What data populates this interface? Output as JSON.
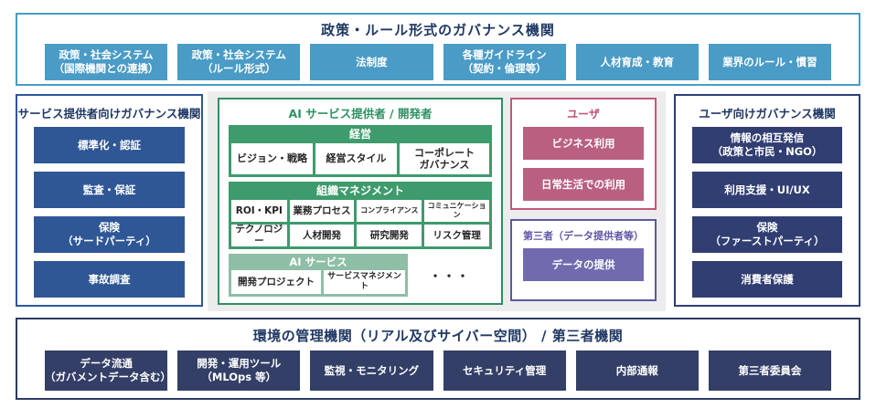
{
  "colors": {
    "teal": "#4A9BC6",
    "navy_title": "#1F3864",
    "left_button": "#2F5796",
    "right_button": "#313E72",
    "bottom_button": "#333F66",
    "green_border": "#2E8F63",
    "section_green": "#3E9B6C",
    "ai_green": "#8FBEA6",
    "rose": "#B96080",
    "purple": "#6F6BAE",
    "gray_panel": "#ECECEC"
  },
  "top": {
    "title": "政策・ルール形式のガバナンス機関",
    "items": [
      "政策・社会システム\n（国際機関との連携）",
      "政策・社会システム\n（ルール形式）",
      "法制度",
      "各種ガイドライン\n（契約・倫理等）",
      "人材育成・教育",
      "業界のルール・慣習"
    ]
  },
  "left": {
    "title": "サービス提供者向けガバナンス機関",
    "items": [
      "標準化・認証",
      "監査・保証",
      "保険\n（サードパーティ）",
      "事故調査"
    ]
  },
  "center": {
    "title": "AI サービス提供者 / 開発者",
    "management": {
      "header": "経営",
      "cells": [
        "ビジョン・戦略",
        "経営スタイル",
        "コーポレート\nガバナンス"
      ]
    },
    "organization": {
      "header": "組織マネジメント",
      "row1": [
        "ROI・KPI",
        "業務プロセス",
        "コンプライアンス",
        "コミュニケーション"
      ],
      "row2": [
        "テクノロジー",
        "人材開発",
        "研究開発",
        "リスク管理"
      ]
    },
    "ai_service": {
      "header": "AI サービス",
      "cells": [
        "開発プロジェクト",
        "サービスマネジメント"
      ],
      "ellipsis": "・・・"
    }
  },
  "user": {
    "title": "ユーザ",
    "items": [
      "ビジネス利用",
      "日常生活での利用"
    ]
  },
  "third_party": {
    "title": "第三者（データ提供者等）",
    "items": [
      "データの提供"
    ]
  },
  "right": {
    "title": "ユーザ向けガバナンス機関",
    "items": [
      "情報の相互発信\n（政策と市民・NGO）",
      "利用支援・UI/UX",
      "保険\n（ファーストパーティ）",
      "消費者保護"
    ]
  },
  "bottom": {
    "title": "環境の管理機関（リアル及びサイバー空間） / 第三者機関",
    "items": [
      "データ流通\n（ガバメントデータ含む）",
      "開発・運用ツール\n（MLOps 等）",
      "監視・モニタリング",
      "セキュリティ管理",
      "内部通報",
      "第三者委員会"
    ]
  }
}
